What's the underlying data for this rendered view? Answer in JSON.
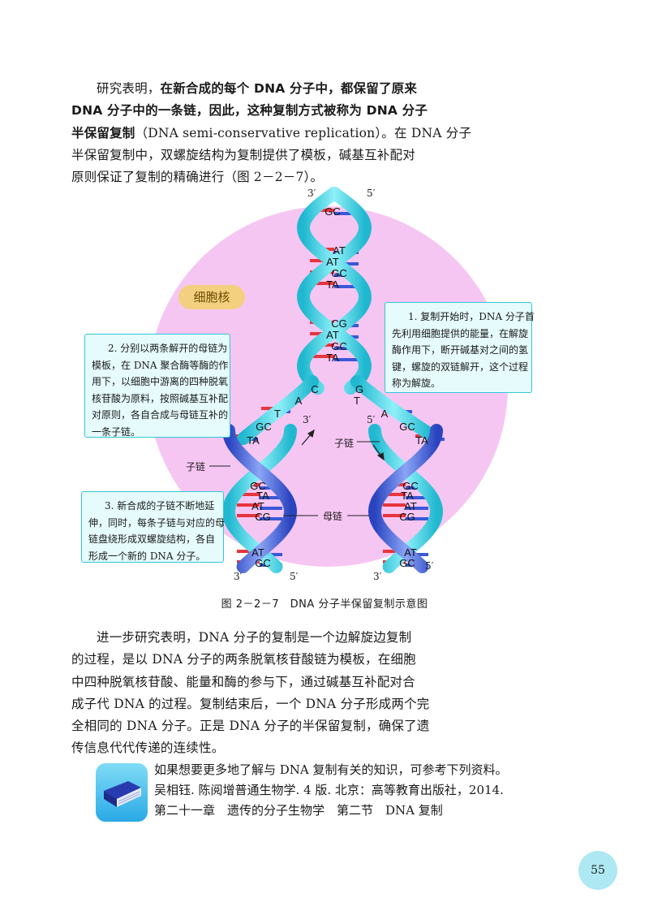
{
  "para1": {
    "line1_pre": "研究表明，",
    "line1_bold": "在新合成的每个 DNA 分子中，都保留了原来",
    "line2_bold": "DNA 分子中的一条链，因此，这种复制方式被称为 DNA 分子",
    "line3_bold": "半保留复制",
    "line3_post": "（DNA semi-conservative replication）。在 DNA 分子",
    "line4": "半保留复制中，双螺旋结构为复制提供了模板，碱基互补配对",
    "line5": "原则保证了复制的精确进行（图 2－2－7）。"
  },
  "figure": {
    "nucleus_label": "细胞核",
    "note1": {
      "lines": [
        "1. 复制开始时，DNA 分子首",
        "先利用细胞提供的能量，在解旋",
        "酶作用下，断开碱基对之间的氢",
        "键，螺旋的双链解开，这个过程",
        "称为解旋。"
      ]
    },
    "note2": {
      "lines": [
        "2. 分别以两条解开的母链为",
        "模板，在 DNA 聚合酶等酶的作",
        "用下，以细胞中游离的四种脱氧",
        "核苷酸为原料，按照碱基互补配",
        "对原则，各自合成与母链互补的",
        "一条子链。"
      ]
    },
    "note3": {
      "lines": [
        "3. 新合成的子链不断地延",
        "伸，同时，每条子链与对应的母",
        "链盘绕形成双螺旋结构，各自",
        "形成一个新的 DNA 分子。"
      ]
    },
    "labels": {
      "daughter_left": "子链",
      "daughter_right": "子链",
      "parent": "母链",
      "end_top_3": "3′",
      "end_top_5": "5′",
      "end_mid_3": "3′",
      "end_mid_5": "5′",
      "end_bl_3": "3′",
      "end_bl_5": "5′",
      "end_br_3": "3′",
      "end_br_5": "5′"
    },
    "bases": {
      "top": [
        "GC",
        "AT",
        "AT",
        "GC",
        "TA",
        "CG",
        "AT",
        "GC",
        "TA"
      ],
      "split_left": [
        "C",
        "A",
        "T",
        "GC",
        "TA"
      ],
      "split_right": [
        "G",
        "T",
        "A",
        "GC",
        "TA"
      ],
      "bottom_left": [
        "GC",
        "TA",
        "AT",
        "CG",
        "AT",
        "GC"
      ],
      "bottom_right": [
        "GC",
        "TA",
        "AT",
        "CG",
        "AT",
        "GC"
      ]
    },
    "colors": {
      "nucleus": "#f6c6f3",
      "helix_cyan": "#33cde0",
      "new_strand_blue": "#3f63dd",
      "base_pair_red": "#e8343c",
      "base_pair_blue": "#3a58d8"
    }
  },
  "caption": "图 2－2－7　DNA 分子半保留复制示意图",
  "para2": {
    "lines": [
      "进一步研究表明，DNA 分子的复制是一个边解旋边复制",
      "的过程，是以 DNA 分子的两条脱氧核苷酸链为模板，在细胞",
      "中四种脱氧核苷酸、能量和酶的参与下，通过碱基互补配对合",
      "成子代 DNA 的过程。复制结束后，一个 DNA 分子形成两个完",
      "全相同的 DNA 分子。正是 DNA 分子的半保留复制，确保了遗",
      "传信息代代传递的连续性。"
    ]
  },
  "reference": {
    "lines": [
      "如果想要更多地了解与 DNA 复制有关的知识，可参考下列资料。",
      "吴相钰. 陈阅增普通生物学. 4 版. 北京：高等教育出版社，2014.",
      "第二十一章　遗传的分子生物学　第二节　DNA 复制"
    ],
    "icon": "book-icon"
  },
  "page_number": "55"
}
